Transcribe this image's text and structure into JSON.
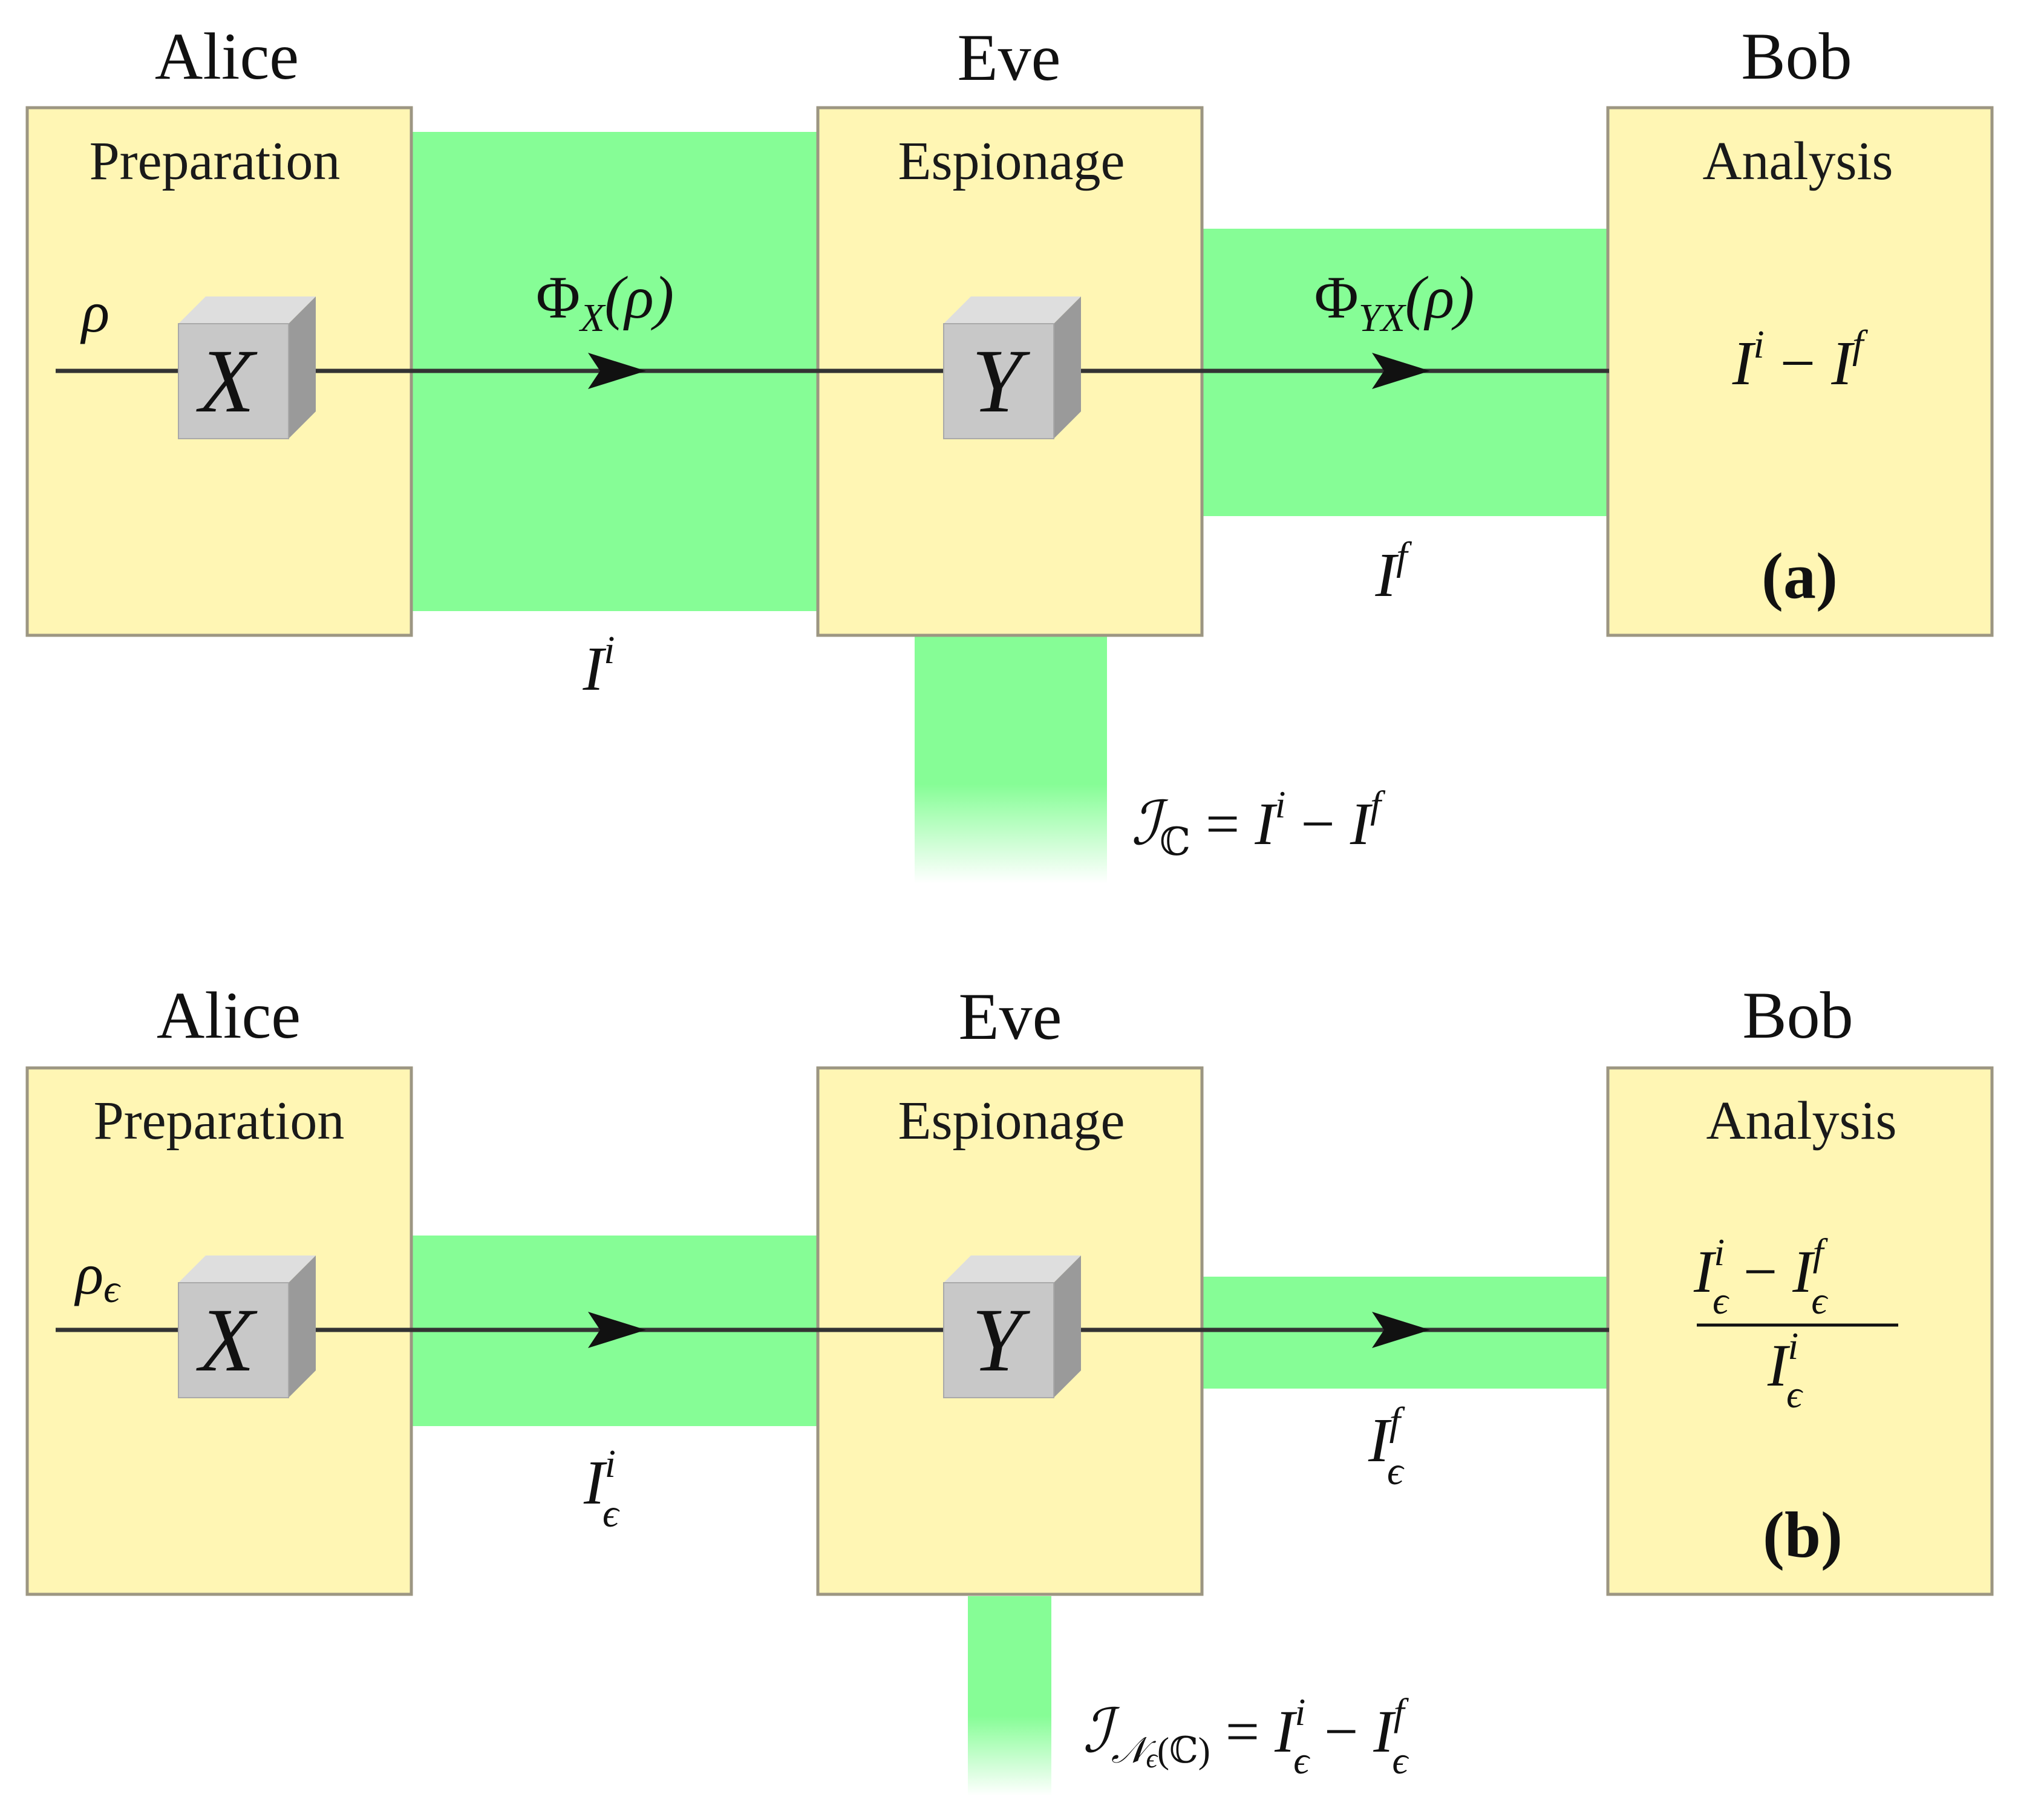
{
  "panels": [
    {
      "parties": {
        "alice": "Alice",
        "eve": "Eve",
        "bob": "Bob"
      },
      "stages": {
        "preparation": "Preparation",
        "espionage": "Espionage",
        "analysis": "Analysis"
      },
      "input_state": {
        "base": "ρ",
        "sub": ""
      },
      "gates": {
        "first": "X",
        "second": "Y"
      },
      "channel_label_1": {
        "prefix": "Φ",
        "sub": "X",
        "suffix": "(ρ)"
      },
      "channel_label_2": {
        "prefix": "Φ",
        "sub": "YX",
        "suffix": "(ρ)"
      },
      "info_initial": {
        "base": "I",
        "sup": "i",
        "sub": ""
      },
      "info_final": {
        "base": "I",
        "sup": "f",
        "sub": ""
      },
      "bob_result": {
        "base": "I",
        "sup_a": "i",
        "minus": " − ",
        "sup_b": "f"
      },
      "leak": {
        "symbol": "ℐ",
        "sub": "ℂ",
        "rhs_eq": " = ",
        "rhs_base": "I",
        "rhs_sup_a": "i",
        "rhs_minus": " − ",
        "rhs_sup_b": "f",
        "rhs_sub": ""
      },
      "tag": "(a)"
    },
    {
      "parties": {
        "alice": "Alice",
        "eve": "Eve",
        "bob": "Bob"
      },
      "stages": {
        "preparation": "Preparation",
        "espionage": "Espionage",
        "analysis": "Analysis"
      },
      "input_state": {
        "base": "ρ",
        "sub": "ϵ"
      },
      "gates": {
        "first": "X",
        "second": "Y"
      },
      "info_initial": {
        "base": "I",
        "sup": "i",
        "sub": "ϵ"
      },
      "info_final": {
        "base": "I",
        "sup": "f",
        "sub": "ϵ"
      },
      "bob_result_frac": {
        "num_base": "I",
        "num_sup_a": "i",
        "num_sub": "ϵ",
        "minus": " − ",
        "num_sup_b": "f",
        "den_base": "I",
        "den_sup": "i",
        "den_sub": "ϵ"
      },
      "leak": {
        "symbol": "ℐ",
        "sub": "𝒩",
        "sub_sub": "ϵ",
        "sub_arg": "(ℂ)",
        "rhs_eq": " = ",
        "rhs_base": "I",
        "rhs_sup_a": "i",
        "rhs_minus": " − ",
        "rhs_sup_b": "f",
        "rhs_sub": "ϵ"
      },
      "tag": "(b)"
    }
  ]
}
